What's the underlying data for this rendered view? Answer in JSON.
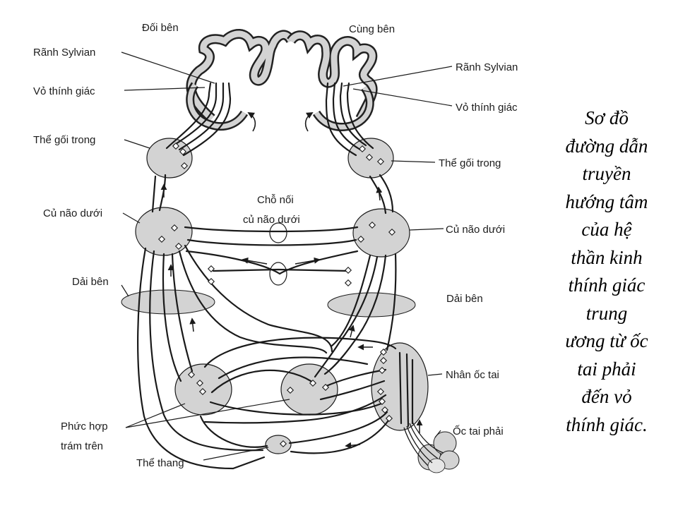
{
  "labels": {
    "contralateral": "Đối bên",
    "ipsilateral": "Cùng bên",
    "sylvian_left": "Rãnh Sylvian",
    "sylvian_right": "Rãnh Sylvian",
    "cortex_left": "Vỏ thính giác",
    "cortex_right": "Vỏ thính giác",
    "mgb_left": "Thể gối trong",
    "mgb_right": "Thể gối trong",
    "commissure_line1": "Chỗ nối",
    "commissure_line2": "củ não dưới",
    "ic_left": "Củ não dưới",
    "ic_right": "Củ não dưới",
    "lemniscus_left": "Dải bên",
    "lemniscus_right": "Dải bên",
    "cochlear_nucleus": "Nhân ốc tai",
    "right_cochlea": "Ốc tai phải",
    "olive_line1": "Phức hợp",
    "olive_line2": "trám trên",
    "trapezoid": "Thể thang"
  },
  "caption": {
    "lines": [
      "Sơ đồ",
      "đường dẫn",
      "truyền",
      "hướng tâm",
      "của hệ",
      "thần kinh",
      "thính giác",
      "trung",
      "ương từ ốc",
      "tai phải",
      "đến vỏ",
      "thính giác."
    ]
  },
  "colors": {
    "fill": "#d3d3d3",
    "stroke": "#1a1a1a",
    "background": "#ffffff"
  }
}
